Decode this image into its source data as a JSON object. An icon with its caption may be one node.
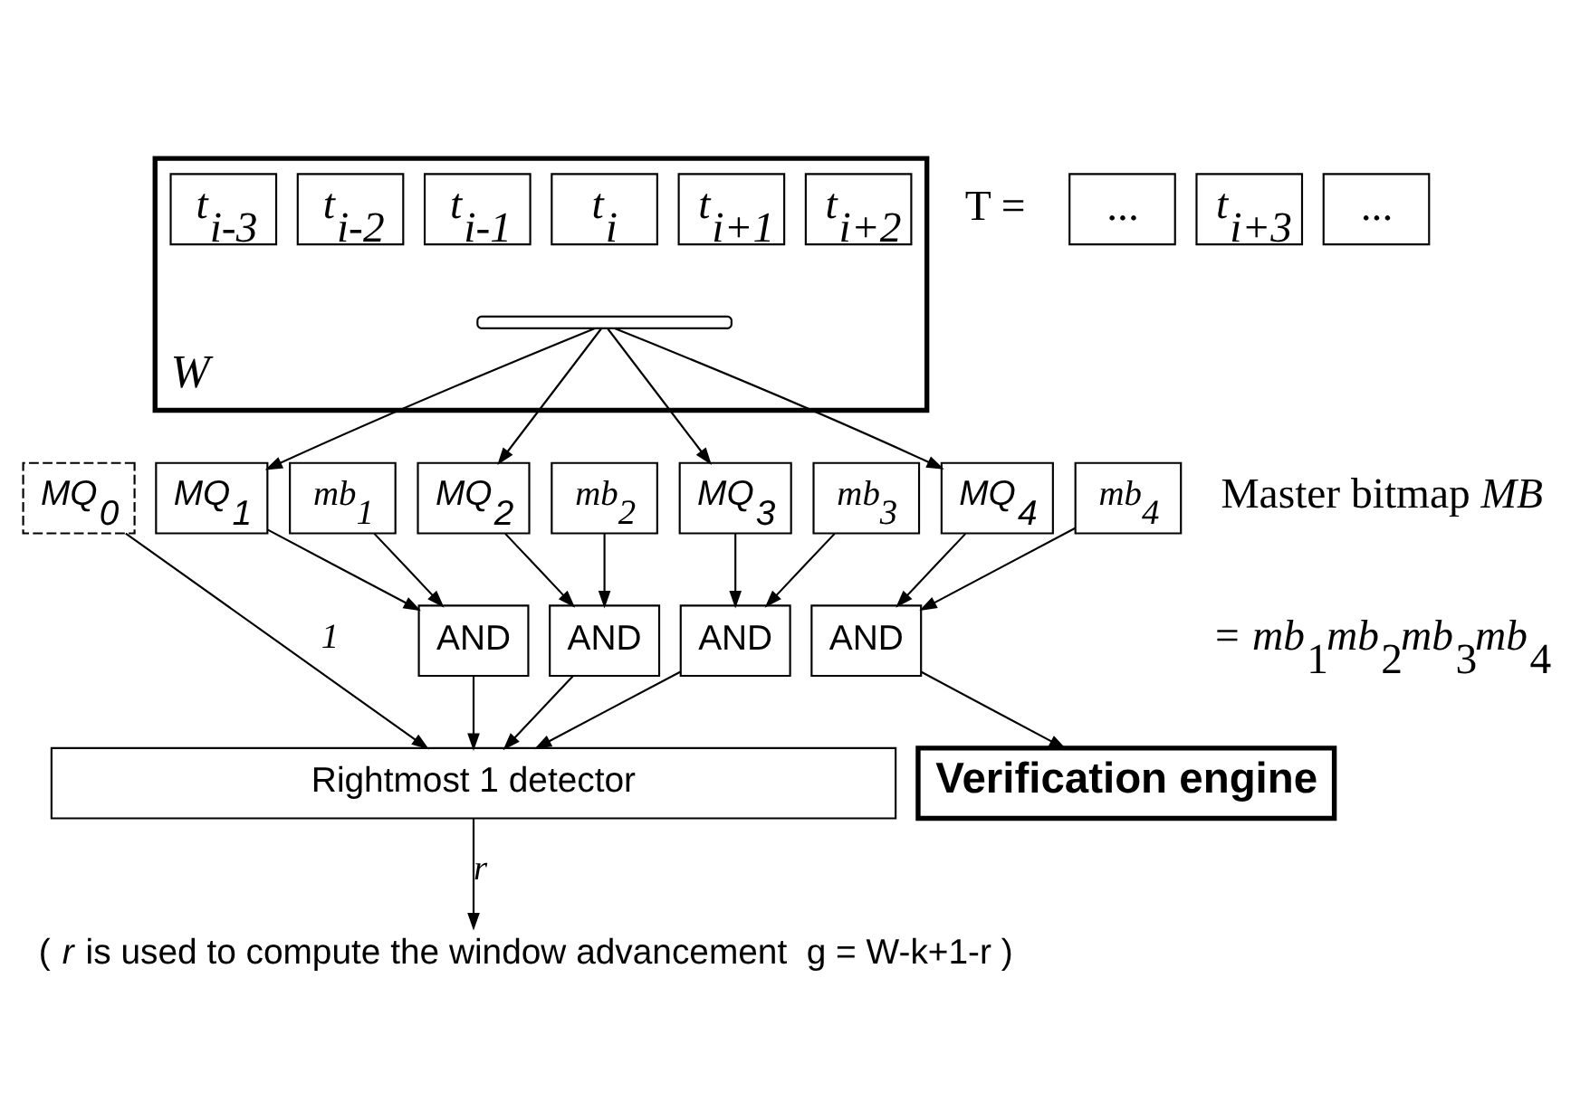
{
  "diagram": {
    "caption": "( *r* is used to compute the window advancement  g = W-k+1-r )",
    "nodes": [
      {
        "text": [
          "W"
        ]
      },
      {
        "text": [
          "..."
        ]
      },
      {
        "text": [
          "t$_{i-3}$"
        ],
        "in": 0
      },
      {
        "text": [
          "t$_{i-2}$"
        ],
        "in": 0
      },
      {
        "text": [
          "t$_{i-1}$"
        ],
        "in": 0
      },
      {
        "text": [
          "t$_{i}$"
        ],
        "in": 0
      },
      {
        "text": [
          "t$_{i+1}$"
        ],
        "in": 0
      },
      {
        "text": [
          "t$_{i+2}$"
        ],
        "in": 0
      },
      {
        "text": [
          "t$_{i+3}$"
        ]
      },
      {
        "text": [
          "..."
        ]
      },
      {
        "text": [],
        "shape": "brace",
        "in": 0
      },
      {
        "text": [
          "MQ$_{0}$"
        ]
      },
      {
        "text": [
          "MQ$_{1}$"
        ]
      },
      {
        "text": [
          "mb$_{1}$"
        ]
      },
      {
        "text": [
          "MQ$_{2}$"
        ]
      },
      {
        "text": [
          "mb$_{2}$"
        ]
      },
      {
        "text": [
          "MQ$_{3}$"
        ]
      },
      {
        "text": [
          "mb$_{3}$"
        ]
      },
      {
        "text": [
          "MQ$_{4}$"
        ]
      },
      {
        "text": [
          "mb$_{4}$"
        ]
      },
      {
        "text": [
          "AND"
        ]
      },
      {
        "text": [
          "AND"
        ]
      },
      {
        "text": [
          "AND"
        ]
      },
      {
        "text": [
          "AND"
        ]
      },
      {
        "text": [
          "Rightmost 1 detector"
        ]
      },
      {
        "text": [
          "Verification engine"
        ]
      }
    ],
    "edges": [
      {
        "from": 10,
        "to": 12,
        "arrow": "to"
      },
      {
        "from": 10,
        "to": 14,
        "arrow": "to"
      },
      {
        "from": 10,
        "to": 16,
        "arrow": "to"
      },
      {
        "from": 10,
        "to": 18,
        "arrow": "to"
      },
      {
        "from": 11,
        "to": 24,
        "arrow": "to",
        "label": "1"
      },
      {
        "from": 12,
        "to": 20,
        "arrow": "to"
      },
      {
        "from": 13,
        "to": 20,
        "arrow": "to"
      },
      {
        "from": 14,
        "to": 21,
        "arrow": "to"
      },
      {
        "from": 15,
        "to": 21,
        "arrow": "to"
      },
      {
        "from": 16,
        "to": 22,
        "arrow": "to"
      },
      {
        "from": 17,
        "to": 22,
        "arrow": "to"
      },
      {
        "from": 18,
        "to": 23,
        "arrow": "to"
      },
      {
        "from": 19,
        "to": 23,
        "arrow": "to"
      },
      {
        "from": 20,
        "to": 24,
        "arrow": "to"
      },
      {
        "from": 21,
        "to": 24,
        "arrow": "to"
      },
      {
        "from": 22,
        "to": 24,
        "arrow": "to"
      },
      {
        "from": 23,
        "to": 25,
        "arrow": "to"
      },
      {
        "from": 24,
        "to": null,
        "arrow": "to",
        "label": "*r*"
      }
    ],
    "labels": [
      "T =",
      "Master bitmap *MB*",
      "= *mb*$_{1}$*mb*$_{2}$*mb*$_{3}$*mb*$_{4}$"
    ]
  }
}
